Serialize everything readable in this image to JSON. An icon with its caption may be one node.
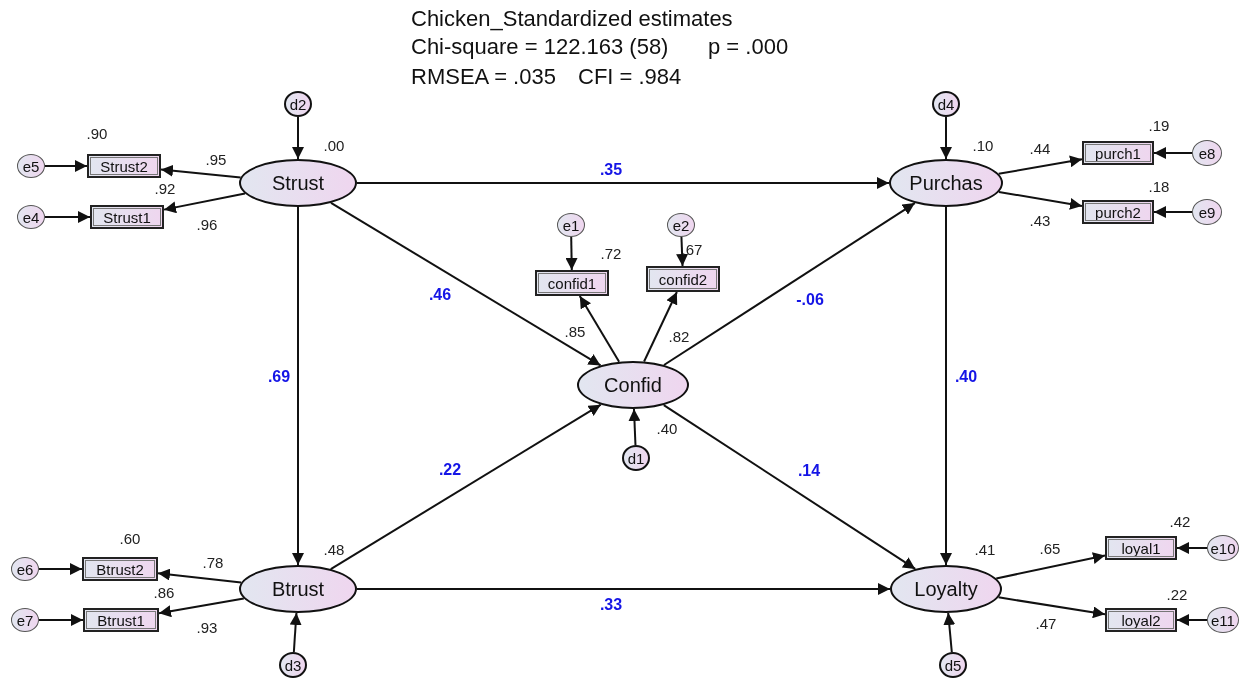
{
  "diagram": {
    "title": "Chicken_Standardized estimates",
    "nodes": [
      {
        "text": [
          "Strust"
        ],
        "beside": [
          ".00"
        ]
      },
      {
        "text": [
          "Purchas"
        ],
        "beside": [
          ".10"
        ]
      },
      {
        "text": [
          "Confid"
        ],
        "beside": [
          ".40"
        ]
      },
      {
        "text": [
          "Btrust"
        ],
        "beside": [
          ".48"
        ]
      },
      {
        "text": [
          "Loyalty"
        ],
        "beside": [
          ".41"
        ]
      },
      {
        "text": [
          "Strust2"
        ],
        "beside": [
          ".90"
        ]
      },
      {
        "text": [
          "Strust1"
        ],
        "beside": [
          ".92"
        ]
      },
      {
        "text": [
          "confid1"
        ],
        "beside": [
          ".72"
        ]
      },
      {
        "text": [
          "confid2"
        ],
        "beside": [
          ".67"
        ]
      },
      {
        "text": [
          "purch1"
        ],
        "beside": [
          ".19"
        ]
      },
      {
        "text": [
          "purch2"
        ],
        "beside": [
          ".18"
        ]
      },
      {
        "text": [
          "Btrust2"
        ],
        "beside": [
          ".60"
        ]
      },
      {
        "text": [
          "Btrust1"
        ],
        "beside": [
          ".86"
        ]
      },
      {
        "text": [
          "loyal1"
        ],
        "beside": [
          ".42"
        ]
      },
      {
        "text": [
          "loyal2"
        ],
        "beside": [
          ".22"
        ]
      },
      {
        "text": [
          "e5"
        ]
      },
      {
        "text": [
          "e4"
        ]
      },
      {
        "text": [
          "e1"
        ]
      },
      {
        "text": [
          "e2"
        ]
      },
      {
        "text": [
          "e8"
        ]
      },
      {
        "text": [
          "e9"
        ]
      },
      {
        "text": [
          "e6"
        ]
      },
      {
        "text": [
          "e7"
        ]
      },
      {
        "text": [
          "e10"
        ]
      },
      {
        "text": [
          "e11"
        ]
      },
      {
        "text": [
          "d2"
        ]
      },
      {
        "text": [
          "d4"
        ]
      },
      {
        "text": [
          "d1"
        ]
      },
      {
        "text": [
          "d3"
        ]
      },
      {
        "text": [
          "d5"
        ]
      }
    ],
    "edges": [
      {
        "from": 0,
        "to": 1,
        "arrow": "to",
        "label": ".35"
      },
      {
        "from": 0,
        "to": 2,
        "arrow": "to",
        "label": ".46"
      },
      {
        "from": 0,
        "to": 3,
        "arrow": "to",
        "label": ".69"
      },
      {
        "from": 3,
        "to": 2,
        "arrow": "to",
        "label": ".22"
      },
      {
        "from": 3,
        "to": 4,
        "arrow": "to",
        "label": ".33"
      },
      {
        "from": 2,
        "to": 1,
        "arrow": "to",
        "label": "-.06"
      },
      {
        "from": 2,
        "to": 4,
        "arrow": "to",
        "label": ".14"
      },
      {
        "from": 1,
        "to": 4,
        "arrow": "to",
        "label": ".40"
      },
      {
        "from": 0,
        "to": 5,
        "arrow": "to",
        "label": ".95"
      },
      {
        "from": 0,
        "to": 6,
        "arrow": "to",
        "label": ".96"
      },
      {
        "from": 2,
        "to": 7,
        "arrow": "to",
        "label": ".85"
      },
      {
        "from": 2,
        "to": 8,
        "arrow": "to",
        "label": ".82"
      },
      {
        "from": 1,
        "to": 9,
        "arrow": "to",
        "label": ".44"
      },
      {
        "from": 1,
        "to": 10,
        "arrow": "to",
        "label": ".43"
      },
      {
        "from": 3,
        "to": 11,
        "arrow": "to",
        "label": ".78"
      },
      {
        "from": 3,
        "to": 12,
        "arrow": "to",
        "label": ".93"
      },
      {
        "from": 4,
        "to": 13,
        "arrow": "to",
        "label": ".65"
      },
      {
        "from": 4,
        "to": 14,
        "arrow": "to",
        "label": ".47"
      },
      {
        "from": 15,
        "to": 5,
        "arrow": "to"
      },
      {
        "from": 16,
        "to": 6,
        "arrow": "to"
      },
      {
        "from": 17,
        "to": 7,
        "arrow": "to"
      },
      {
        "from": 18,
        "to": 8,
        "arrow": "to"
      },
      {
        "from": 19,
        "to": 9,
        "arrow": "to"
      },
      {
        "from": 20,
        "to": 10,
        "arrow": "to"
      },
      {
        "from": 21,
        "to": 11,
        "arrow": "to"
      },
      {
        "from": 22,
        "to": 12,
        "arrow": "to"
      },
      {
        "from": 23,
        "to": 13,
        "arrow": "to"
      },
      {
        "from": 24,
        "to": 14,
        "arrow": "to"
      },
      {
        "from": 25,
        "to": 0,
        "arrow": "to"
      },
      {
        "from": 26,
        "to": 1,
        "arrow": "to"
      },
      {
        "from": 27,
        "to": 2,
        "arrow": "to"
      },
      {
        "from": 28,
        "to": 3,
        "arrow": "to"
      },
      {
        "from": 29,
        "to": 4,
        "arrow": "to"
      }
    ],
    "labels": [
      "Chi-square = 122.163 (58)",
      "p = .000",
      "RMSEA = .035",
      "CFI = .984"
    ]
  }
}
